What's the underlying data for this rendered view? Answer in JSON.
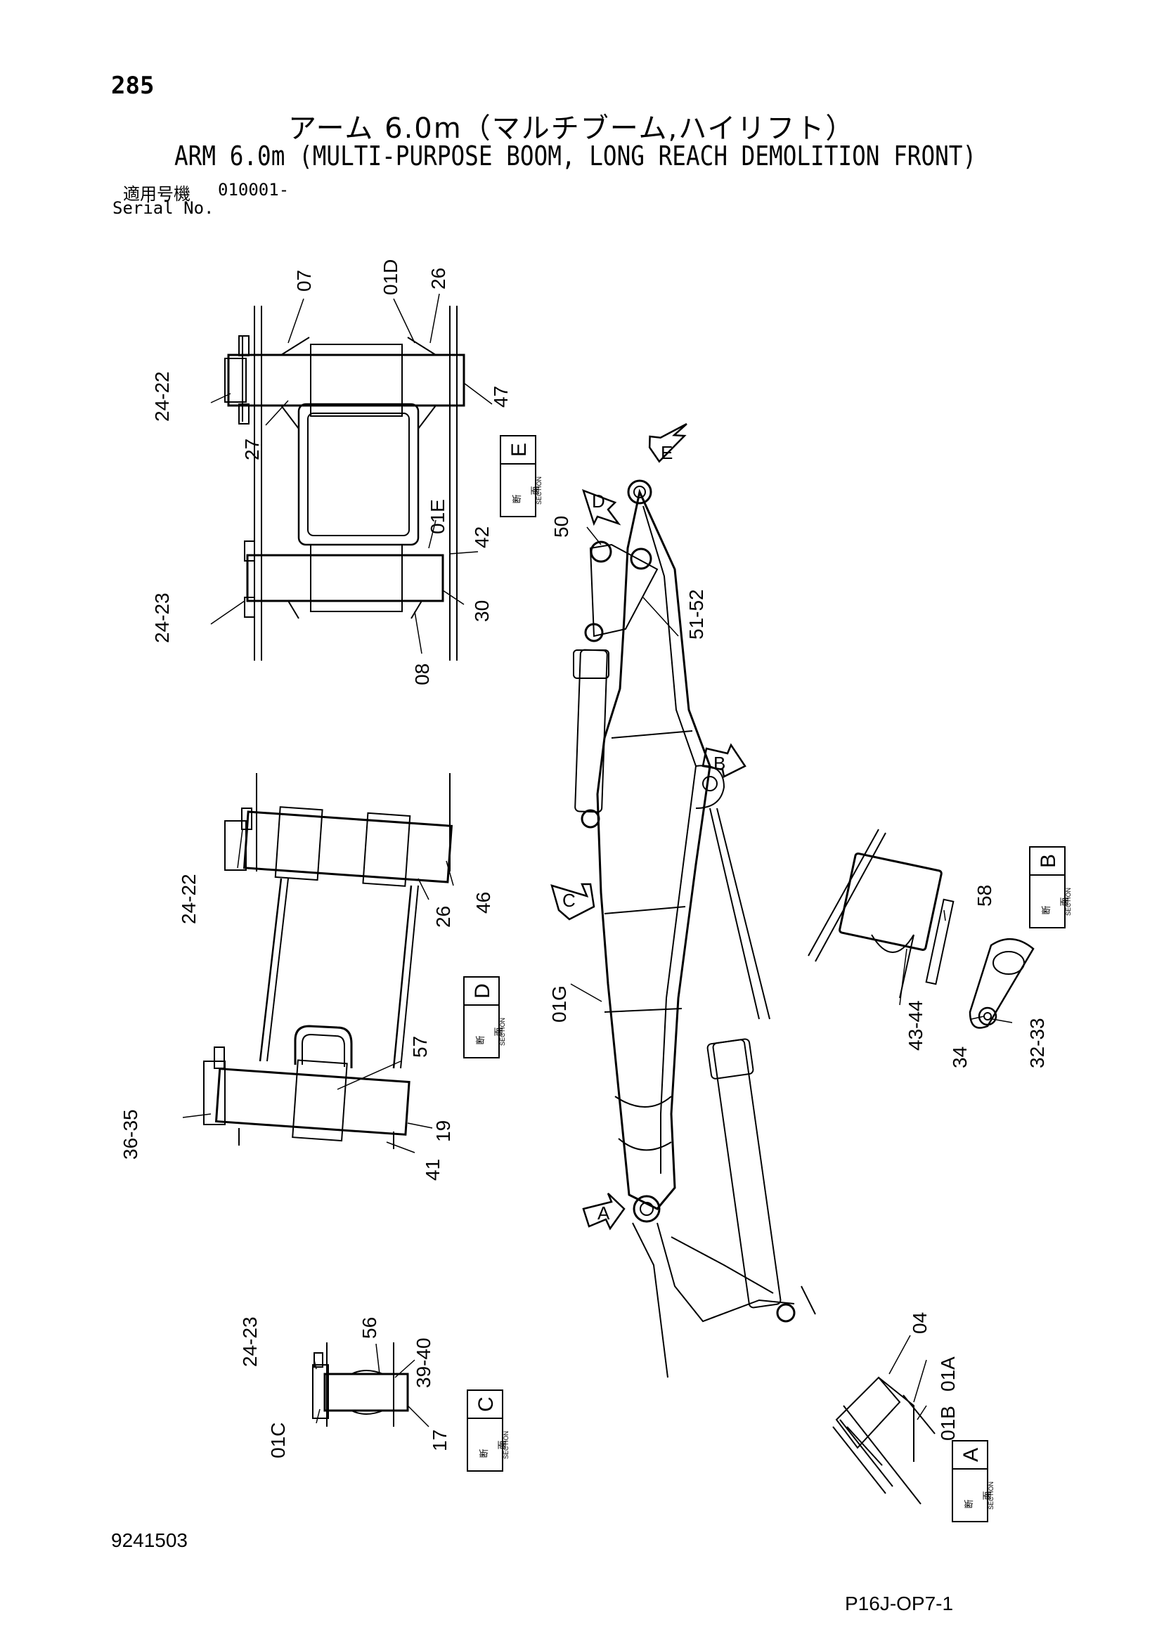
{
  "header": {
    "page_number": "285",
    "title_ja": "アーム 6.0m（マルチブーム,ハイリフト）",
    "title_en": "ARM 6.0m (MULTI-PURPOSE BOOM, LONG REACH DEMOLITION FRONT)",
    "serial_label_ja": "適用号機",
    "serial_value": "010001-",
    "serial_label_en": "Serial No."
  },
  "footer": {
    "doc_number": "9241503",
    "sheet_code": "P16J-OP7-1"
  },
  "section_boxes": {
    "kanji_top": "断",
    "kanji_bottom": "面",
    "section_word": "SECTION",
    "letters": {
      "A": "A",
      "B": "B",
      "C": "C",
      "D": "D",
      "E": "E"
    }
  },
  "view_arrows": {
    "A": "A",
    "B": "B",
    "C": "C",
    "D": "D",
    "E": "E"
  },
  "part_labels": {
    "e_07": "07",
    "e_01D": "01D",
    "e_26": "26",
    "e_24_22": "24-22",
    "e_27": "27",
    "e_47": "47",
    "e_01E": "01E",
    "e_42": "42",
    "e_24_23": "24-23",
    "e_30": "30",
    "e_08": "08",
    "m_50": "50",
    "m_51_52": "51-52",
    "m_01G": "01G",
    "d_24_22": "24-22",
    "d_26": "26",
    "d_46": "46",
    "d_57": "57",
    "d_36_35": "36-35",
    "d_19": "19",
    "d_41": "41",
    "b_58": "58",
    "b_43_44": "43-44",
    "b_34": "34",
    "b_32_33": "32-33",
    "c_24_23": "24-23",
    "c_56": "56",
    "c_39_40": "39-40",
    "c_01C": "01C",
    "c_17": "17",
    "a_04": "04",
    "a_01A": "01A",
    "a_01B": "01B"
  }
}
